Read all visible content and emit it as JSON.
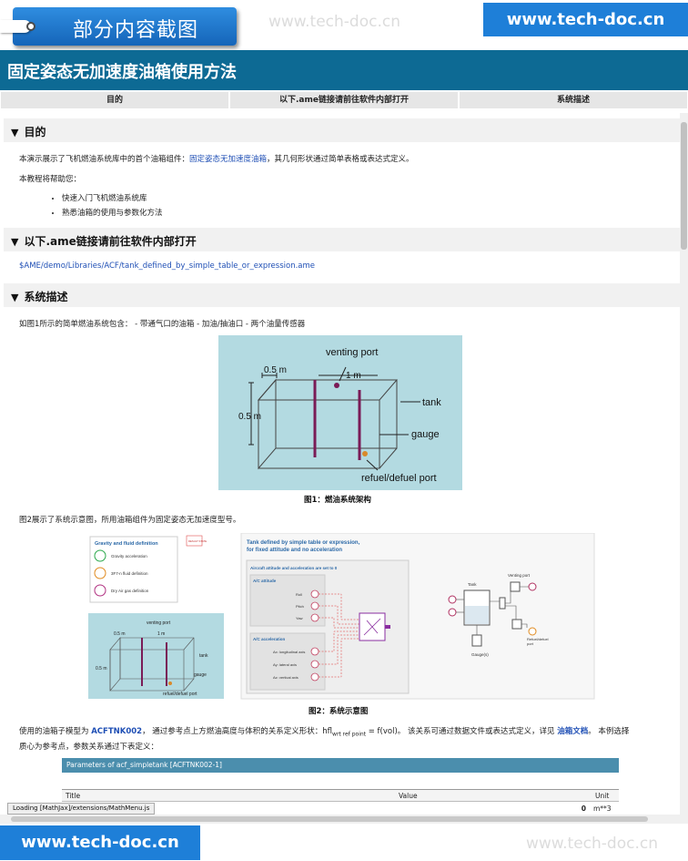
{
  "watermark": {
    "badge": "部分内容截图",
    "url_faint_top": "www.tech-doc.cn",
    "url_button_top": "www.tech-doc.cn",
    "url_button_bottom": "www.tech-doc.cn",
    "url_faint_bottom": "www.tech-doc.cn"
  },
  "page": {
    "title": "固定姿态无加速度油箱使用方法"
  },
  "nav": {
    "items": [
      "目的",
      "以下.ame链接请前往软件内部打开",
      "系统描述"
    ]
  },
  "sections": {
    "purpose": {
      "heading": "目的",
      "intro_prefix": "本演示展示了飞机燃油系统库中的首个油箱组件：",
      "intro_link": "固定姿态无加速度油箱",
      "intro_suffix": "，其几何形状通过简单表格或表达式定义。",
      "help_lead": "本教程将帮助您：",
      "bullets": [
        "快速入门飞机燃油系统库",
        "熟悉油箱的使用与参数化方法"
      ]
    },
    "ame_link": {
      "heading": "以下.ame链接请前往软件内部打开",
      "path": "$AME/demo/Libraries/ACF/tank_defined_by_simple_table_or_expression.ame"
    },
    "system": {
      "heading": "系统描述",
      "intro": "如图1所示的简单燃油系统包含：  - 带通气口的油箱  - 加油/抽油口  - 两个油量传感器",
      "fig1_caption": "图1：燃油系统架构",
      "fig2_intro": "图2展示了系统示意图，所用油箱组件为固定姿态无加速度型号。",
      "fig2_caption": "图2：系统示意图",
      "model_text_1": "使用的油箱子模型为",
      "model_name": "ACFTNK002",
      "model_text_2": "，  通过参考点上方燃油高度与体积的关系定义形状：hfl",
      "model_sub": "wrt ref point",
      "model_text_3": " = f(vol)。 该关系可通过数据文件或表达式定义，详见",
      "doc_link": "油箱文档",
      "model_text_4": "。 本例选择",
      "model_line2": "质心为参考点，参数关系通过下表定义："
    }
  },
  "fig1": {
    "label_venting": "venting port",
    "label_05a": "0.5 m",
    "label_1m": "1 m",
    "label_05b": "0.5 m",
    "label_tank": "tank",
    "label_gauge": "gauge",
    "label_refuel": "refuel/defuel port"
  },
  "fig2": {
    "gravity_title": "Gravity and fluid definition",
    "gravity_items": [
      "Gravity acceleration",
      "3F7-n fluid definition",
      "Dry Air gas definition"
    ],
    "stamp": "RESULT STATE",
    "small_venting": "venting port",
    "small_05a": "0.5 m",
    "small_1m": "1 m",
    "small_05b": "0.5 m",
    "small_tank": "tank",
    "small_gauge": "gauge",
    "small_refuel": "refuel/defuel port",
    "panel_title_1": "Tank defined by simple table or expression,",
    "panel_title_2": "for fixed attitude and no acceleration",
    "aircraft_box_title": "Aircraft attitude and acceleration are set to 0",
    "attitude_title": "A/C attitude",
    "attitude_items": [
      "Roll",
      "Pitch",
      "Yaw"
    ],
    "accel_title": "A/C acceleration",
    "accel_items": [
      "Ax: longitudinal axis",
      "Ay: lateral axis",
      "Az: vertical axis"
    ],
    "tank_label": "Tank",
    "venting_port": "Venting port",
    "refuel_1": "Refuel/defuel",
    "refuel_2": "port",
    "gauges": "Gauge(s)"
  },
  "params": {
    "header": "Parameters of acf_simpletank [ACFTNK002-1]",
    "columns": [
      "Title",
      "Value",
      "Unit"
    ],
    "row_value": "0",
    "row_unit": "m**3"
  },
  "status": {
    "loading": "Loading [MathJax]/extensions/MathMenu.js"
  }
}
